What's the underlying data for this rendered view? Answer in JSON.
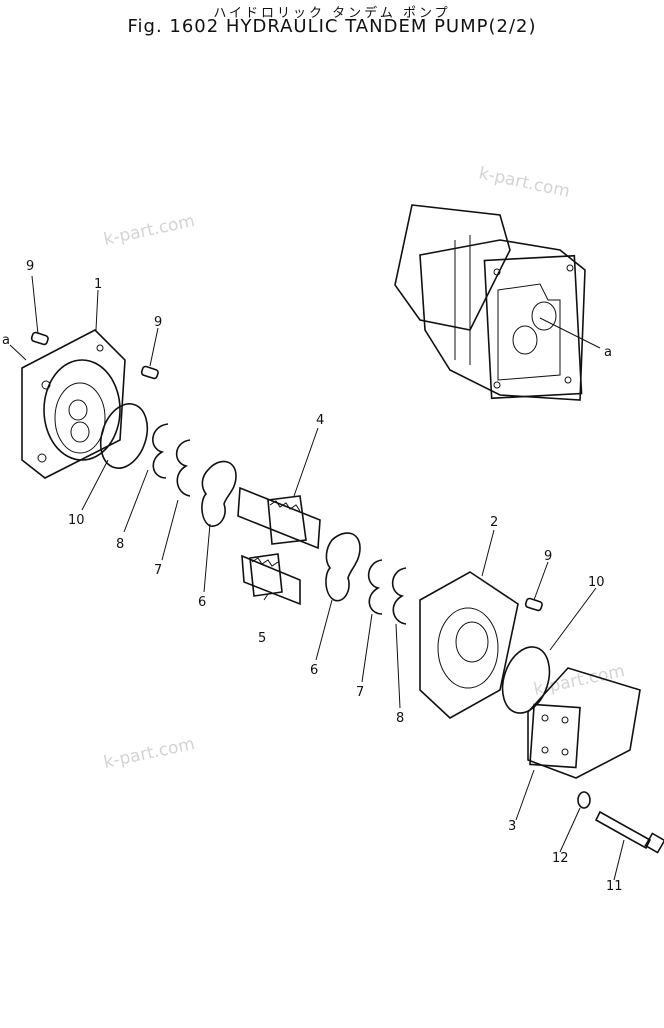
{
  "title": {
    "japanese": "ハイドロリック タンデム ポンプ",
    "english": "Fig. 1602 HYDRAULIC TANDEM PUMP(2/2)"
  },
  "watermarks": [
    "k-part.com",
    "k-part.com",
    "k-part.com",
    "k-part.com"
  ],
  "callouts": {
    "c1": "1",
    "c2": "2",
    "c3": "3",
    "c4": "4",
    "c5": "5",
    "c6a": "6",
    "c6b": "6",
    "c7a": "7",
    "c7b": "7",
    "c8a": "8",
    "c8b": "8",
    "c9a": "9",
    "c9b": "9",
    "c9c": "9",
    "c10a": "10",
    "c10b": "10",
    "c11": "11",
    "c12": "12",
    "ca_left": "a",
    "ca_right": "a"
  }
}
